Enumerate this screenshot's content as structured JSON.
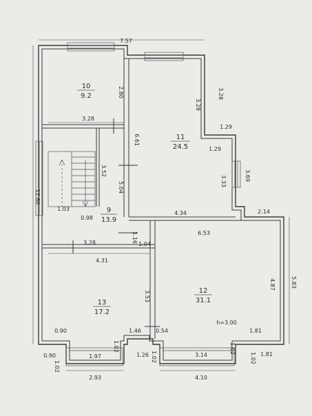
{
  "rooms": [
    {
      "number": "10",
      "area": "9.2"
    },
    {
      "number": "11",
      "area": "24.5"
    },
    {
      "number": "9",
      "area": "13.9"
    },
    {
      "number": "12",
      "area": "31.1"
    },
    {
      "number": "13",
      "area": "17.2"
    }
  ],
  "dimensions": {
    "top_width": "7.57",
    "left_height": "12.80",
    "right_height": "5.83",
    "r10_width": "3.28",
    "r10_height": "2.80",
    "r11_height_top": "3.28",
    "r11_height_outer": "3.28",
    "r11_step": "1.29",
    "r11_step_inner": "1.29",
    "r11_height_left": "6.61",
    "r11_height_mid": "5.04",
    "r11_window_in": "3.33",
    "r11_window_out": "3.69",
    "r11_width": "4.34",
    "r12_step": "2.14",
    "r9_height": "3.52",
    "stair_a": "1.03",
    "stair_b": "0.98",
    "r12_width": "6.53",
    "door_a": "1.16",
    "door_b": "1.04",
    "r13_width_top": "3.28",
    "r13_width": "4.31",
    "r13_height": "3.53",
    "r12_height": "4.87",
    "ceiling": "h=3.00",
    "bay13_a": "0.90",
    "bay13_b": "1.46",
    "bay12_a": "0.54",
    "bay12_b": "1.81",
    "bay13_c": "1.02",
    "bay13_w": "1.97",
    "bay_gap": "1.26",
    "bay12_c": "1.02",
    "bay12_w": "3.14",
    "bay12_d": "1.02",
    "bay13_outer_a": "0.90",
    "bay13_outer_b": "1.02",
    "bay12_outer_a": "1.02",
    "bay12_outer_b": "1.81",
    "bay13_total": "2.93",
    "bay12_total": "4.10"
  }
}
